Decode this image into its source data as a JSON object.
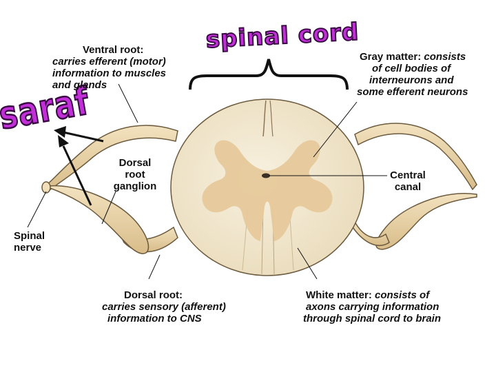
{
  "title_wordart": "spinal cord",
  "side_wordart": "saraf",
  "labels": {
    "ventral_root": {
      "heading": "Ventral root:",
      "lines": [
        "carries efferent (motor)",
        "information to muscles",
        "and glands"
      ]
    },
    "gray_matter": {
      "heading": "Gray matter:",
      "heading_rest": "consists",
      "lines": [
        "of cell bodies of",
        "interneurons and",
        "some efferent neurons"
      ]
    },
    "dorsal_root_ganglion": {
      "lines": [
        "Dorsal",
        "root",
        "ganglion"
      ]
    },
    "central_canal": {
      "lines": [
        "Central",
        "canal"
      ]
    },
    "spinal_nerve": {
      "lines": [
        "Spinal",
        "nerve"
      ]
    },
    "dorsal_root": {
      "heading": "Dorsal root:",
      "lines": [
        "carries sensory (afferent)",
        "information to CNS"
      ]
    },
    "white_matter": {
      "heading": "White matter:",
      "heading_rest": "consists of",
      "lines": [
        "axons carrying information",
        "through spinal cord to brain"
      ]
    }
  },
  "colors": {
    "white_matter": "#f3e9d2",
    "gray_matter": "#e6c99b",
    "nerve": "#e9d3a6",
    "outline": "#6b5a3e",
    "wordart_fill": "#c22fd8",
    "wordart_stroke": "#3a0a44"
  }
}
